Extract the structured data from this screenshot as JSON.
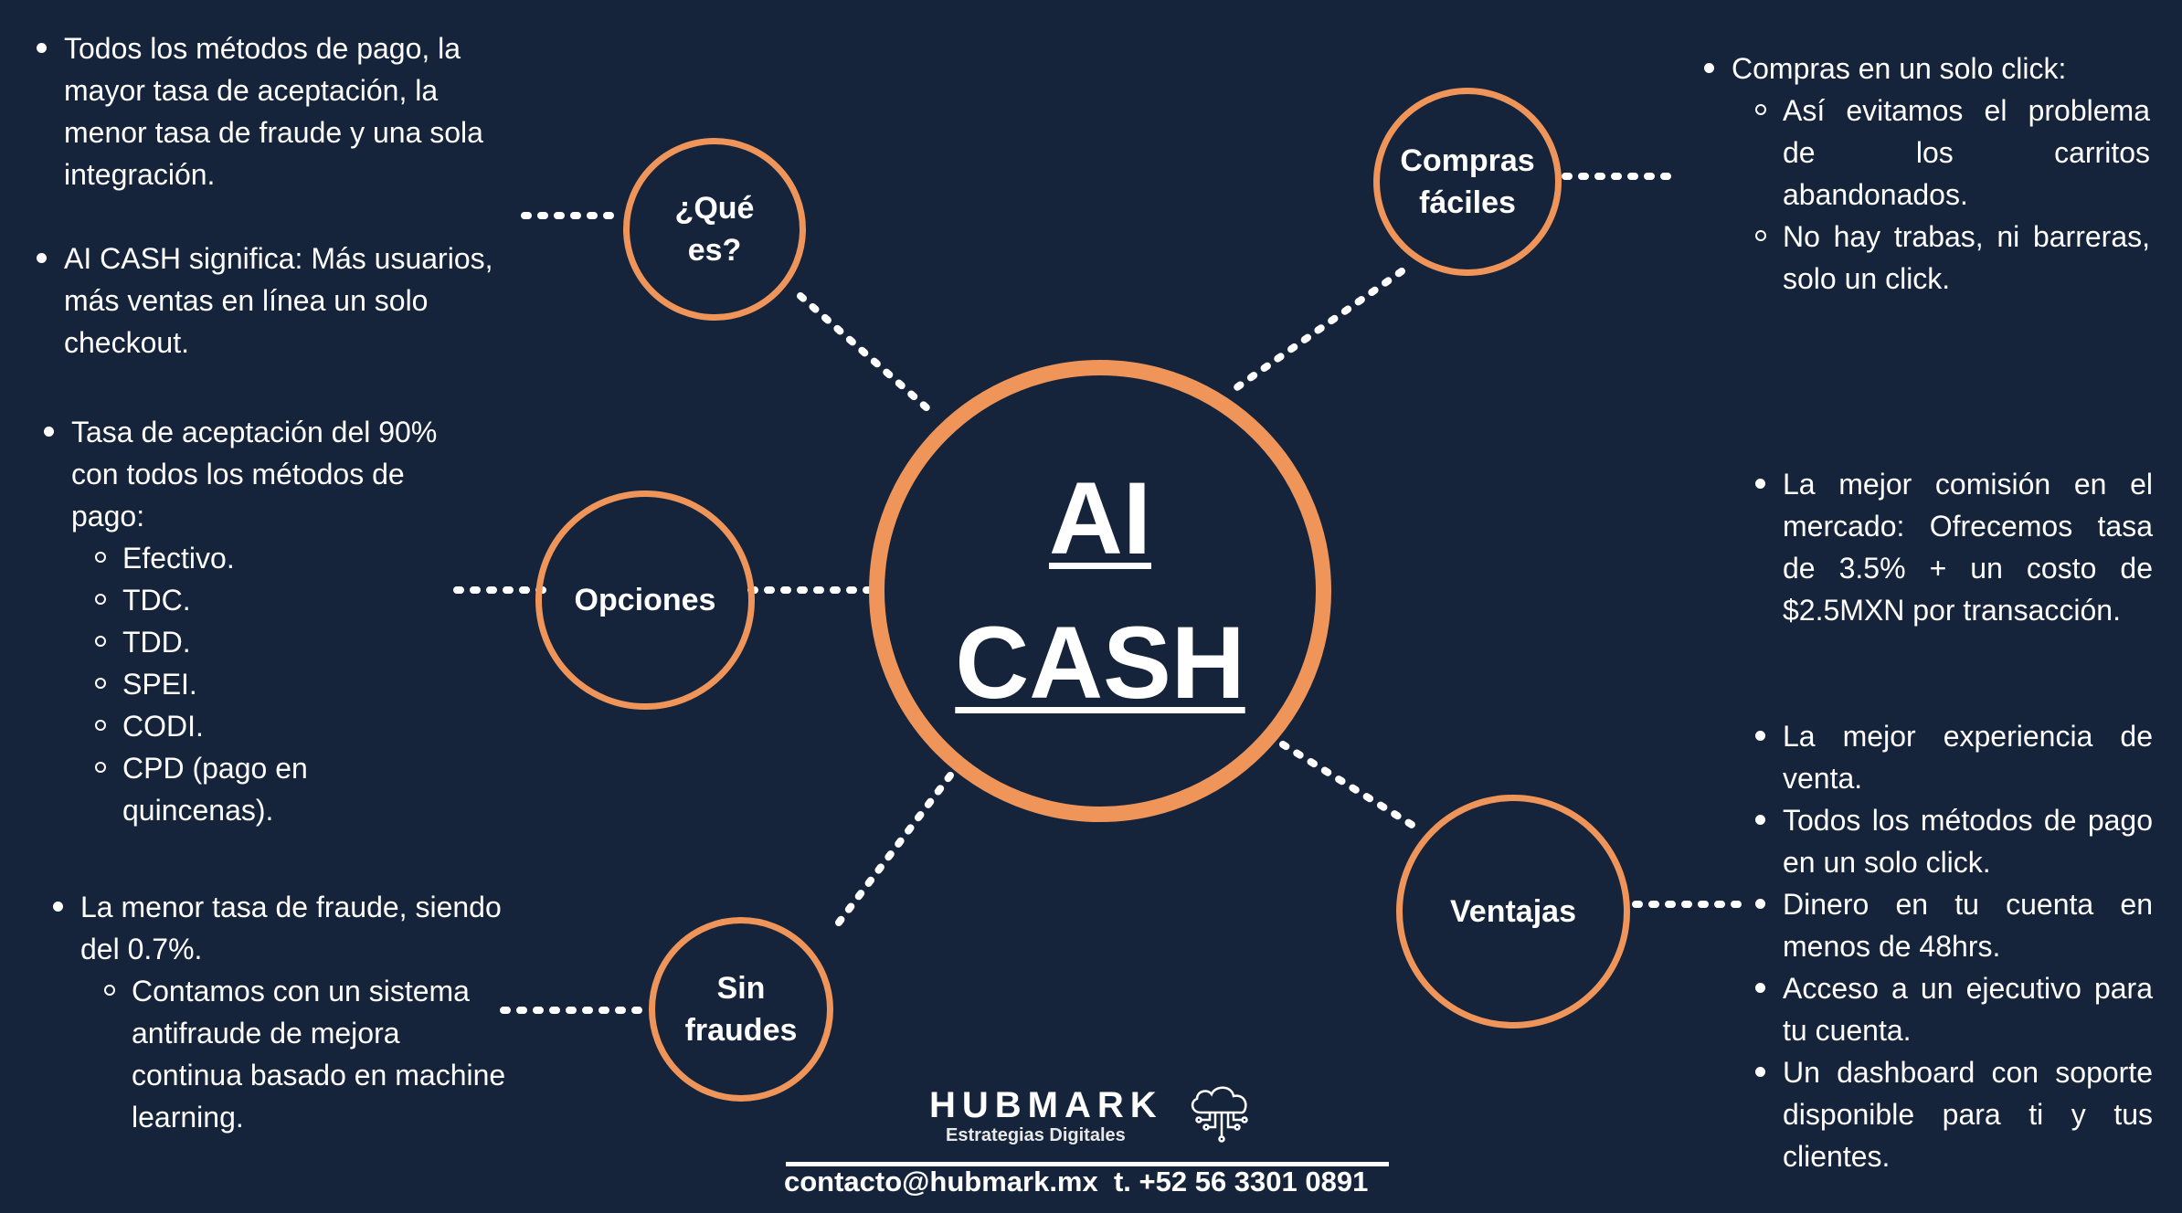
{
  "colors": {
    "background": "#16243b",
    "accent": "#f0955a",
    "text": "#ffffff"
  },
  "center": {
    "line1": "AI",
    "line2": "CASH"
  },
  "nodes": {
    "que_es": "¿Qué\nes?",
    "compras": "Compras\nfáciles",
    "opciones": "Opciones",
    "sin_fraudes": "Sin\nfraudes",
    "ventajas": "Ventajas"
  },
  "left": {
    "que_es_items": [
      "Todos los métodos de pago, la mayor tasa de aceptación, la menor tasa de fraude y una sola integración.",
      "AI CASH significa: Más usuarios, más ventas en línea un solo checkout."
    ],
    "opciones": {
      "item": "Tasa de  aceptación del 90% con todos los métodos de pago:",
      "sub": [
        "Efectivo.",
        "TDC.",
        "TDD.",
        "SPEI.",
        "CODI.",
        "CPD (pago en quincenas)."
      ]
    },
    "fraudes": {
      "item": "La menor tasa de fraude, siendo del 0.7%.",
      "sub": [
        "Contamos con un sistema antifraude de mejora continua basado en machine learning."
      ]
    }
  },
  "right": {
    "compras": {
      "item": "Compras en un solo click:",
      "sub": [
        "Así evitamos el problema de los carritos abandonados.",
        "No hay trabas, ni barreras, solo un click."
      ]
    },
    "comision": "La mejor comisión en el mercado: Ofrecemos tasa de 3.5% + un costo de $2.5MXN por transacción.",
    "ventajas": [
      "La mejor experiencia de venta.",
      "Todos los métodos de pago en un solo click.",
      "Dinero en tu cuenta en menos de 48hrs.",
      "Acceso a un ejecutivo para tu cuenta.",
      "Un dashboard con soporte disponible para ti y tus clientes."
    ]
  },
  "footer": {
    "brand": "HUBMARK",
    "tagline": "Estrategias Digitales",
    "contact": "contacto@hubmark.mx  t. +52 56 3301 0891",
    "icon": "cloud-circuit-icon"
  }
}
